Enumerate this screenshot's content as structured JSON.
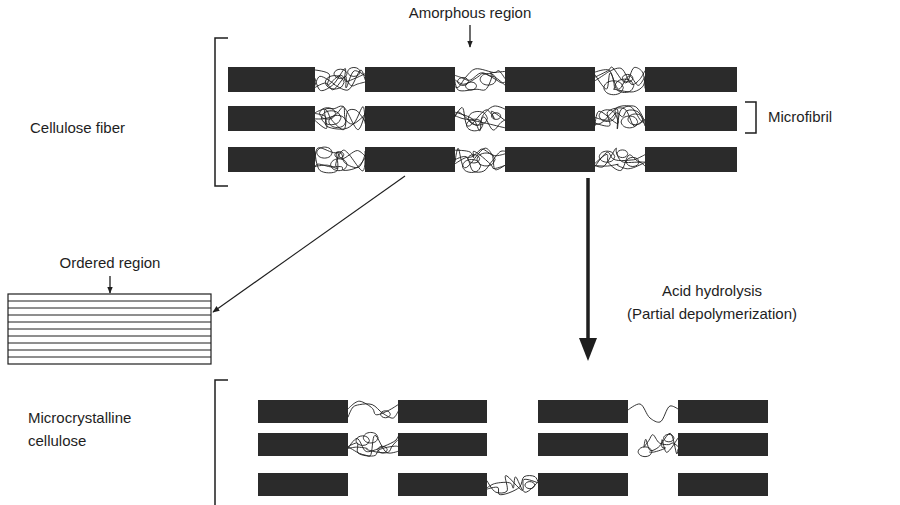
{
  "diagram": {
    "labels": [
      "Amorphous region",
      "Cellulose fiber",
      "Microfibril",
      "Ordered region",
      "Acid hydrolysis",
      "(Partial depolymerization)",
      "Microcrystalline cellulose"
    ]
  }
}
